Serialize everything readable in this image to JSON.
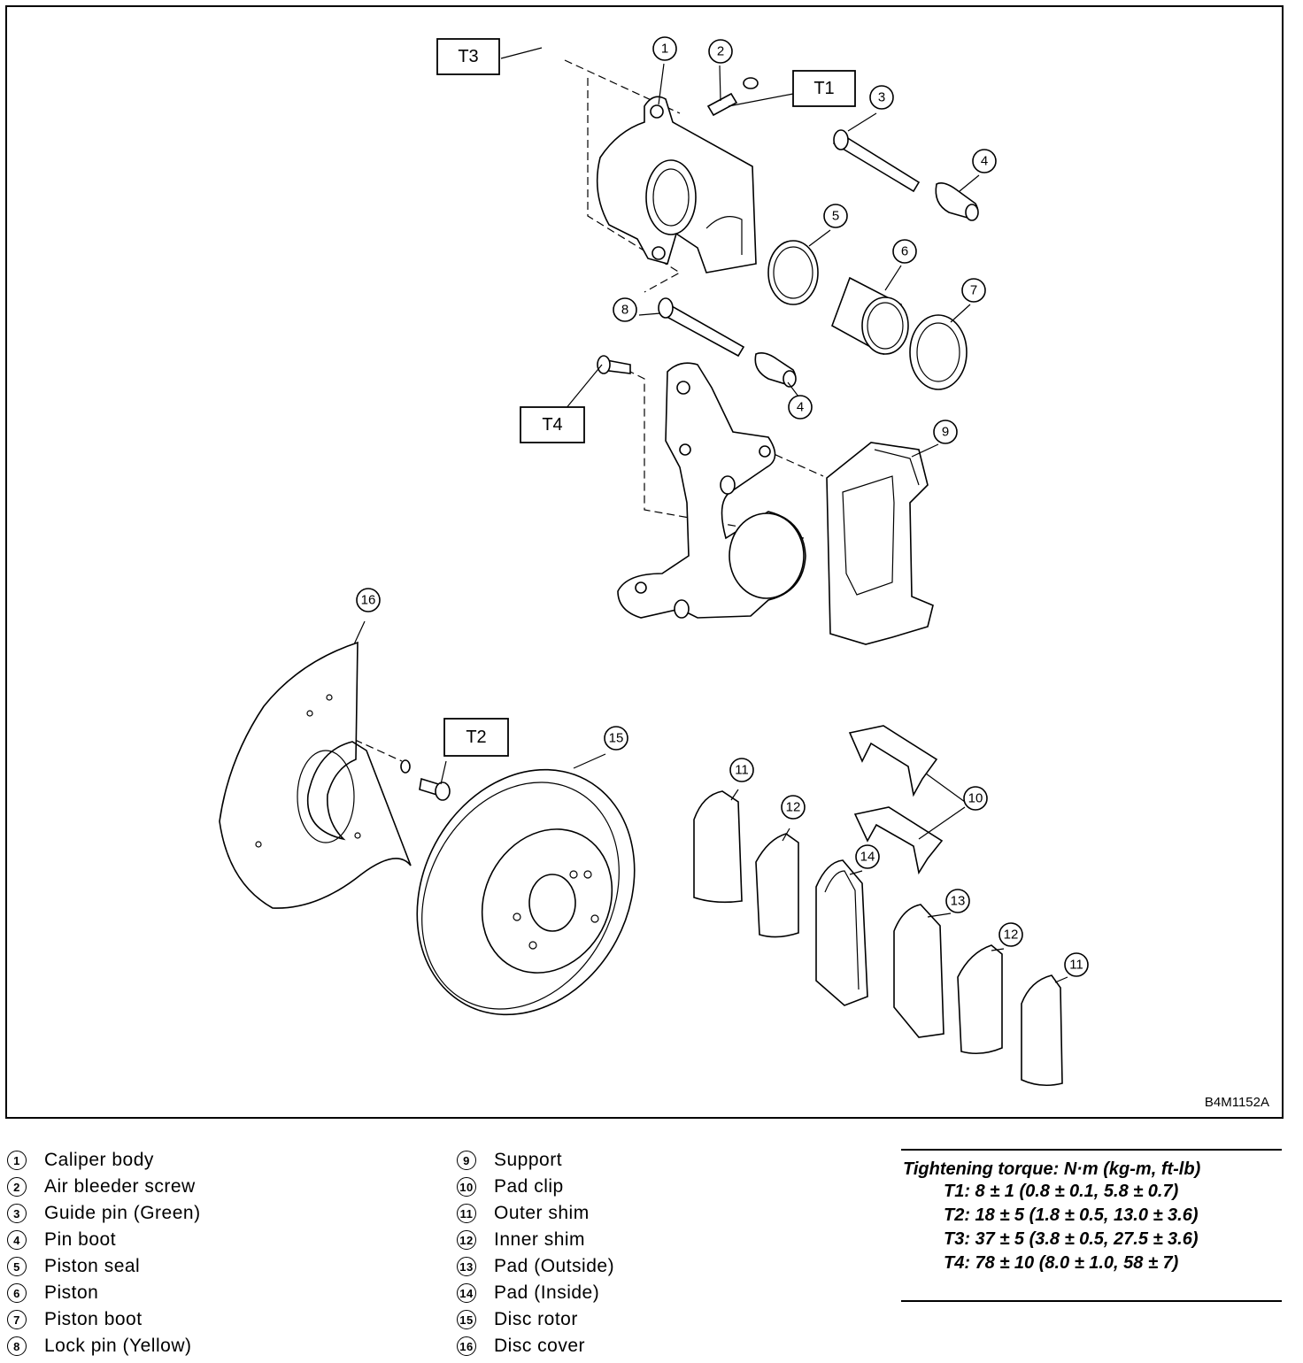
{
  "figure_code": "B4M1152A",
  "torque_boxes": [
    "T1",
    "T2",
    "T3",
    "T4"
  ],
  "callout_labels": [
    "1",
    "2",
    "3",
    "4",
    "5",
    "6",
    "7",
    "8",
    "9",
    "10",
    "11",
    "12",
    "13",
    "14",
    "15",
    "16"
  ],
  "legend": {
    "column_1": [
      {
        "num": "1",
        "label": "Caliper body"
      },
      {
        "num": "2",
        "label": "Air bleeder screw"
      },
      {
        "num": "3",
        "label": "Guide pin (Green)"
      },
      {
        "num": "4",
        "label": "Pin boot"
      },
      {
        "num": "5",
        "label": "Piston seal"
      },
      {
        "num": "6",
        "label": "Piston"
      },
      {
        "num": "7",
        "label": "Piston boot"
      },
      {
        "num": "8",
        "label": "Lock pin (Yellow)"
      }
    ],
    "column_2": [
      {
        "num": "9",
        "label": "Support"
      },
      {
        "num": "10",
        "label": "Pad clip"
      },
      {
        "num": "11",
        "label": "Outer shim"
      },
      {
        "num": "12",
        "label": "Inner shim"
      },
      {
        "num": "13",
        "label": "Pad (Outside)"
      },
      {
        "num": "14",
        "label": "Pad (Inside)"
      },
      {
        "num": "15",
        "label": "Disc rotor"
      },
      {
        "num": "16",
        "label": "Disc cover"
      }
    ]
  },
  "torque": {
    "heading": "Tightening torque: N·m (kg-m, ft-lb)",
    "lines": [
      "T1: 8 ± 1 (0.8 ± 0.1, 5.8 ± 0.7)",
      "T2: 18 ± 5 (1.8 ± 0.5, 13.0 ± 3.6)",
      "T3: 37 ± 5 (3.8 ± 0.5, 27.5 ± 3.6)",
      "T4: 78 ± 10 (8.0 ± 1.0, 58 ± 7)"
    ]
  }
}
